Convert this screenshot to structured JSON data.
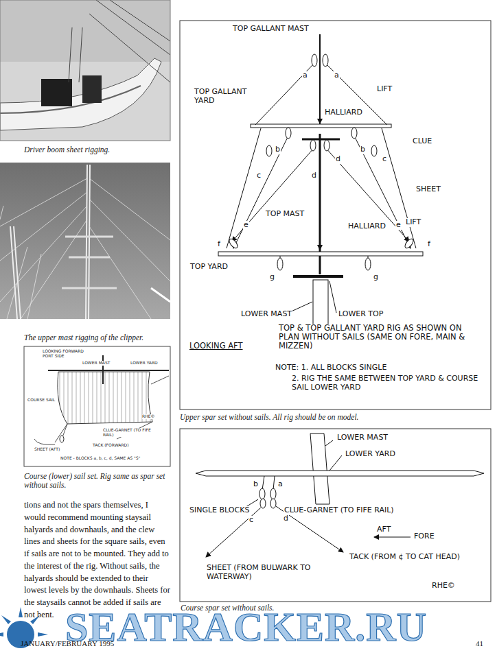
{
  "diagram": {
    "labels": [
      "Driver boom sheet rigging.",
      "The upper mast rigging of the clipper.",
      "LOOKING FORWARD PORT SIDE",
      "LOWER MAST",
      "LOWER YARD",
      "COURSE SAIL",
      "RHE©",
      "CLUE-GARNET (TO FIFE RAIL)",
      "SHEET (AFT)",
      "TACK (FORWARD)",
      "NOTE - BLOCKS a, b, c, d, SAME AS \"S\"",
      "Course (lower) sail set. Rig same as spar set without sails.",
      "tions and not the spars themselves, I would recommend mounting staysail halyards and downhauls, and the clew lines and sheets for the square sails, even if sails are not to be mounted. They add to the interest of the rig. Without sails, the halyards should be extended to their lowest levels by the downhauls. Sheets for the staysails cannot be added if sails are not bent.",
      "TOP GALLANT MAST",
      "TOP GALLANT YARD",
      "LIFT",
      "a",
      "a",
      "HALLIARD",
      "CLUE",
      "c",
      "b",
      "d",
      "d",
      "b",
      "c",
      "SHEET",
      "LIFT",
      "TOP MAST",
      "HALLIARD",
      "e",
      "e",
      "f",
      "f",
      "TOP YARD",
      "g",
      "g",
      "LOWER MAST",
      "LOWER TOP",
      "TOP & TOP GALLANT YARD RIG AS SHOWN ON PLAN WITHOUT SAILS (SAME ON FORE, MAIN & MIZZEN)",
      "LOOKING AFT",
      "NOTE: 1. ALL BLOCKS SINGLE",
      "2. RIG THE SAME BETWEEN TOP YARD & COURSE SAIL LOWER YARD",
      "Upper spar set without sails. All rig should be on model.",
      "LOWER MAST",
      "LOWER YARD",
      "SINGLE BLOCKS",
      "b",
      "a",
      "CLUE-GARNET (TO FIFE RAIL)",
      "c",
      "d",
      "AFT",
      "FORE",
      "TACK (FROM ¢ TO CAT HEAD)",
      "SHEET (FROM BULWARK TO WATERWAY)",
      "RHE©",
      "Course spar set without sails.",
      "SEATRACKER.RU",
      "JANUARY/FEBRUARY 1995",
      "41"
    ]
  }
}
